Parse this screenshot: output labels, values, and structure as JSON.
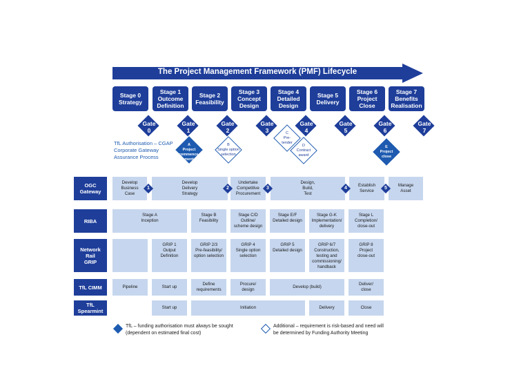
{
  "title": "The Project Management Framework (PMF) Lifecycle",
  "stages": [
    "Stage 0\nStrategy",
    "Stage 1\nOutcome\nDefinition",
    "Stage 2\nFeasibility",
    "Stage 3\nConcept\nDesign",
    "Stage 4\nDetailed\nDesign",
    "Stage 5\nDelivery",
    "Stage 6\nProject\nClose",
    "Stage 7\nBenefits\nRealisation"
  ],
  "gates": [
    "Gate\n0",
    "Gate\n1",
    "Gate\n2",
    "Gate\n3",
    "Gate\n4",
    "Gate\n5",
    "Gate\n6",
    "Gate\n7"
  ],
  "assurance": {
    "note": "TfL Authorisation – CGAP\nCorporate Gateway\nAssurance Process",
    "a": "A\nProject\ncommence-\nment",
    "b": "B\nSingle option\nselection",
    "c": "C\nPre-\ntender",
    "d": "D\nContract\naward",
    "e": "E\nProject\nclose"
  },
  "rows": {
    "ogc": {
      "head": "OGC\nGateway",
      "cells": [
        "Develop\nBusiness\nCase",
        "Develop\nDelivery\nStrategy",
        "Undertake\nCompetitive\nProcurement",
        "Design,\nBuild,\nTest",
        "Establish\nService",
        "Manage\nAsset"
      ],
      "nums": [
        "1",
        "2",
        "3",
        "4",
        "5"
      ]
    },
    "riba": {
      "head": "RIBA",
      "cells": [
        "Stage A\nInception",
        "Stage B\nFeasibility",
        "Stage C/D\nOutline/\nscheme design",
        "Stage E/F\nDetailed design",
        "Stage G-K\nImplementation/\ndelivery",
        "Stage L\nCompletion/\nclose-out"
      ]
    },
    "nr": {
      "head": "Network\nRail\nGRIP",
      "cells": [
        "GRIP 1\nOutput\nDefinition",
        "GRIP 2/3\nPre-feasibility/\noption selection",
        "GRIP 4\nSingle option\nselection",
        "GRIP 5\nDetailed design",
        "GRIP 6/7\nConstruction,\ntesting and\ncommissioning/\nhandback",
        "GRIP 8\nProject\nclose-out"
      ]
    },
    "cimm": {
      "head": "TfL CIMM",
      "cells": [
        "Pipeline",
        "Start up",
        "Define\nrequirements",
        "Procure/\ndesign",
        "Develop (build)",
        "Deliver/\nclose"
      ]
    },
    "spearmint": {
      "head": "TfL\nSpearmint",
      "cells": [
        "Start up",
        "Initiation",
        "Delivery",
        "Close"
      ]
    }
  },
  "legend": {
    "filled": "TfL – funding authorisation must always be sought\n(dependent on estimated final cost)",
    "open": "Additional – requirement is risk-based and need will\nbe determined by Funding Authority Meeting"
  },
  "colors": {
    "primary": "#1e3e9a",
    "accent": "#1e5bb0",
    "cell": "#c6d6ee"
  }
}
